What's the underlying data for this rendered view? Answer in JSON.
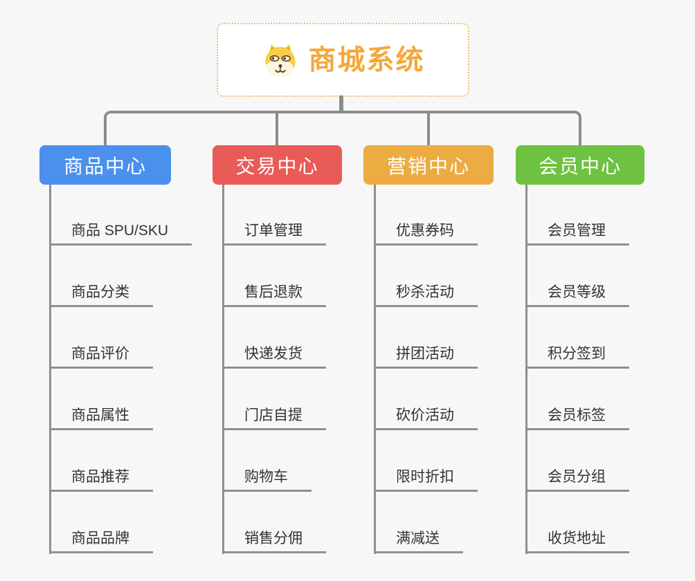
{
  "root": {
    "title": "商城系统",
    "icon": "dog-face-icon"
  },
  "branches": [
    {
      "id": "product-center",
      "label": "商品中心",
      "color": "#4a90ec",
      "items": [
        "商品 SPU/SKU",
        "商品分类",
        "商品评价",
        "商品属性",
        "商品推荐",
        "商品品牌"
      ]
    },
    {
      "id": "trade-center",
      "label": "交易中心",
      "color": "#e85b57",
      "items": [
        "订单管理",
        "售后退款",
        "快递发货",
        "门店自提",
        "购物车",
        "销售分佣"
      ]
    },
    {
      "id": "marketing-center",
      "label": "营销中心",
      "color": "#ecac42",
      "items": [
        "优惠券码",
        "秒杀活动",
        "拼团活动",
        "砍价活动",
        "限时折扣",
        "满减送"
      ]
    },
    {
      "id": "member-center",
      "label": "会员中心",
      "color": "#6fc141",
      "items": [
        "会员管理",
        "会员等级",
        "积分签到",
        "会员标签",
        "会员分组",
        "收货地址"
      ]
    }
  ],
  "colors": {
    "background": "#f7f7f7",
    "connector": "#8c8c8c",
    "leaf_line": "#8f8f8f",
    "root_border": "#e9bd6b",
    "root_title": "#f2a93b",
    "leaf_text": "#333333"
  }
}
